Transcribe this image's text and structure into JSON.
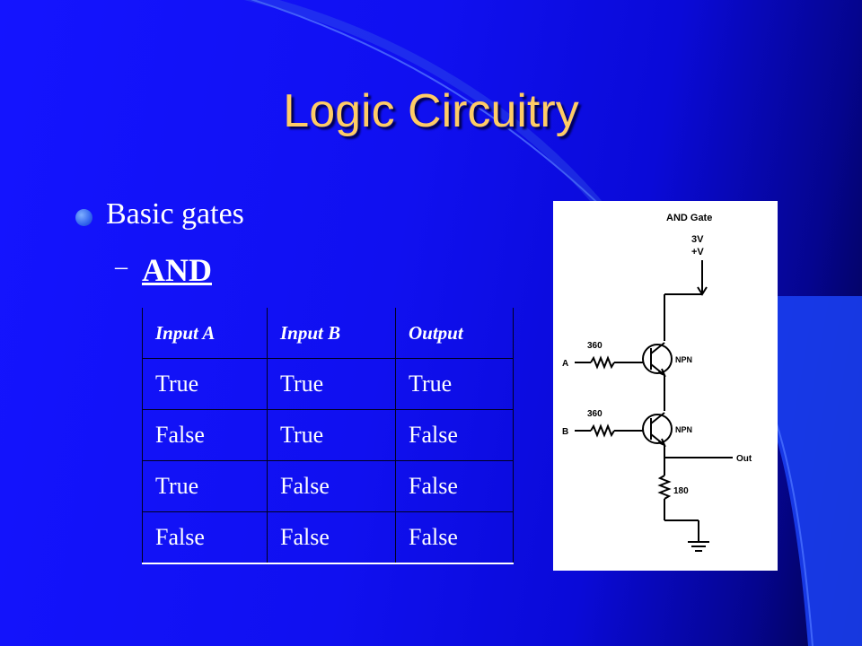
{
  "slide": {
    "title": "Logic Circuitry",
    "bullet": "Basic gates",
    "sub_dash": "–",
    "sub_item": "AND",
    "colors": {
      "title": "#ffcc66",
      "background": "#1010f0",
      "text": "#ffffff"
    }
  },
  "table": {
    "headers": [
      "Input A",
      "Input B",
      "Output"
    ],
    "rows": [
      [
        "True",
        "True",
        "True"
      ],
      [
        "False",
        "True",
        "False"
      ],
      [
        "True",
        "False",
        "False"
      ],
      [
        "False",
        "False",
        "False"
      ]
    ]
  },
  "diagram": {
    "title": "AND Gate",
    "supply_voltage": "3V",
    "supply_label": "+V",
    "input_a_label": "A",
    "input_b_label": "B",
    "resistor_a": "360",
    "resistor_b": "360",
    "transistor_type": "NPN",
    "output_label": "Out",
    "resistor_out": "180"
  }
}
